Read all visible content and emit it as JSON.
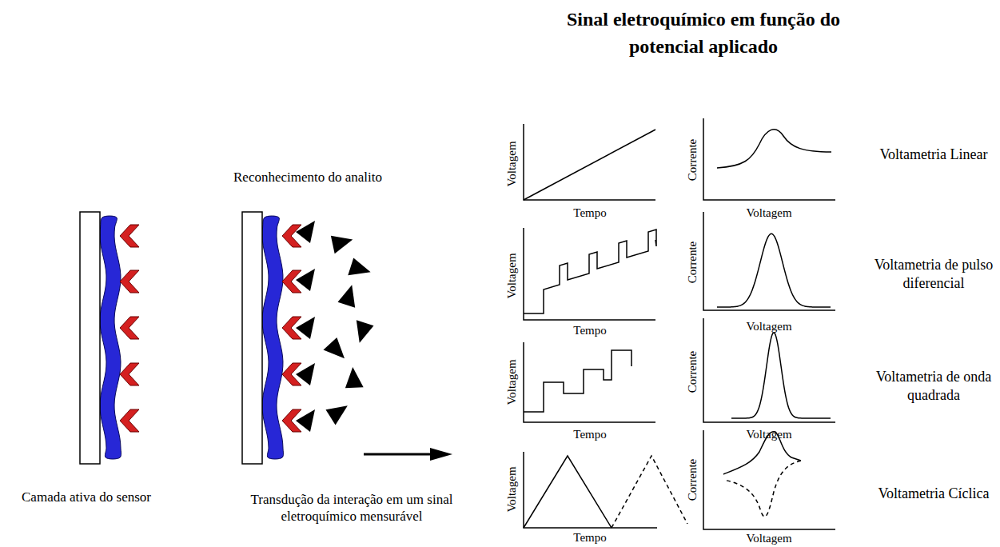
{
  "diagram": {
    "title": "Sinal eletroquímico em função do potencial aplicado",
    "labels": [
      "Reconhecimento do analito",
      "Camada ativa do sensor",
      "Transdução da interação em um sinal eletroquímico mensurável",
      "Voltagem",
      "Tempo",
      "Corrente",
      "Voltagem",
      "Voltametria Linear",
      "Voltagem",
      "Tempo",
      "Corrente",
      "Voltagem",
      "Voltametria de pulso diferencial",
      "Voltagem",
      "Tempo",
      "Corrente",
      "Voltagem",
      "Voltametria de onda quadrada",
      "Voltagem",
      "Tempo",
      "Corrente",
      "Voltagem",
      "Voltametria Cíclica"
    ]
  }
}
